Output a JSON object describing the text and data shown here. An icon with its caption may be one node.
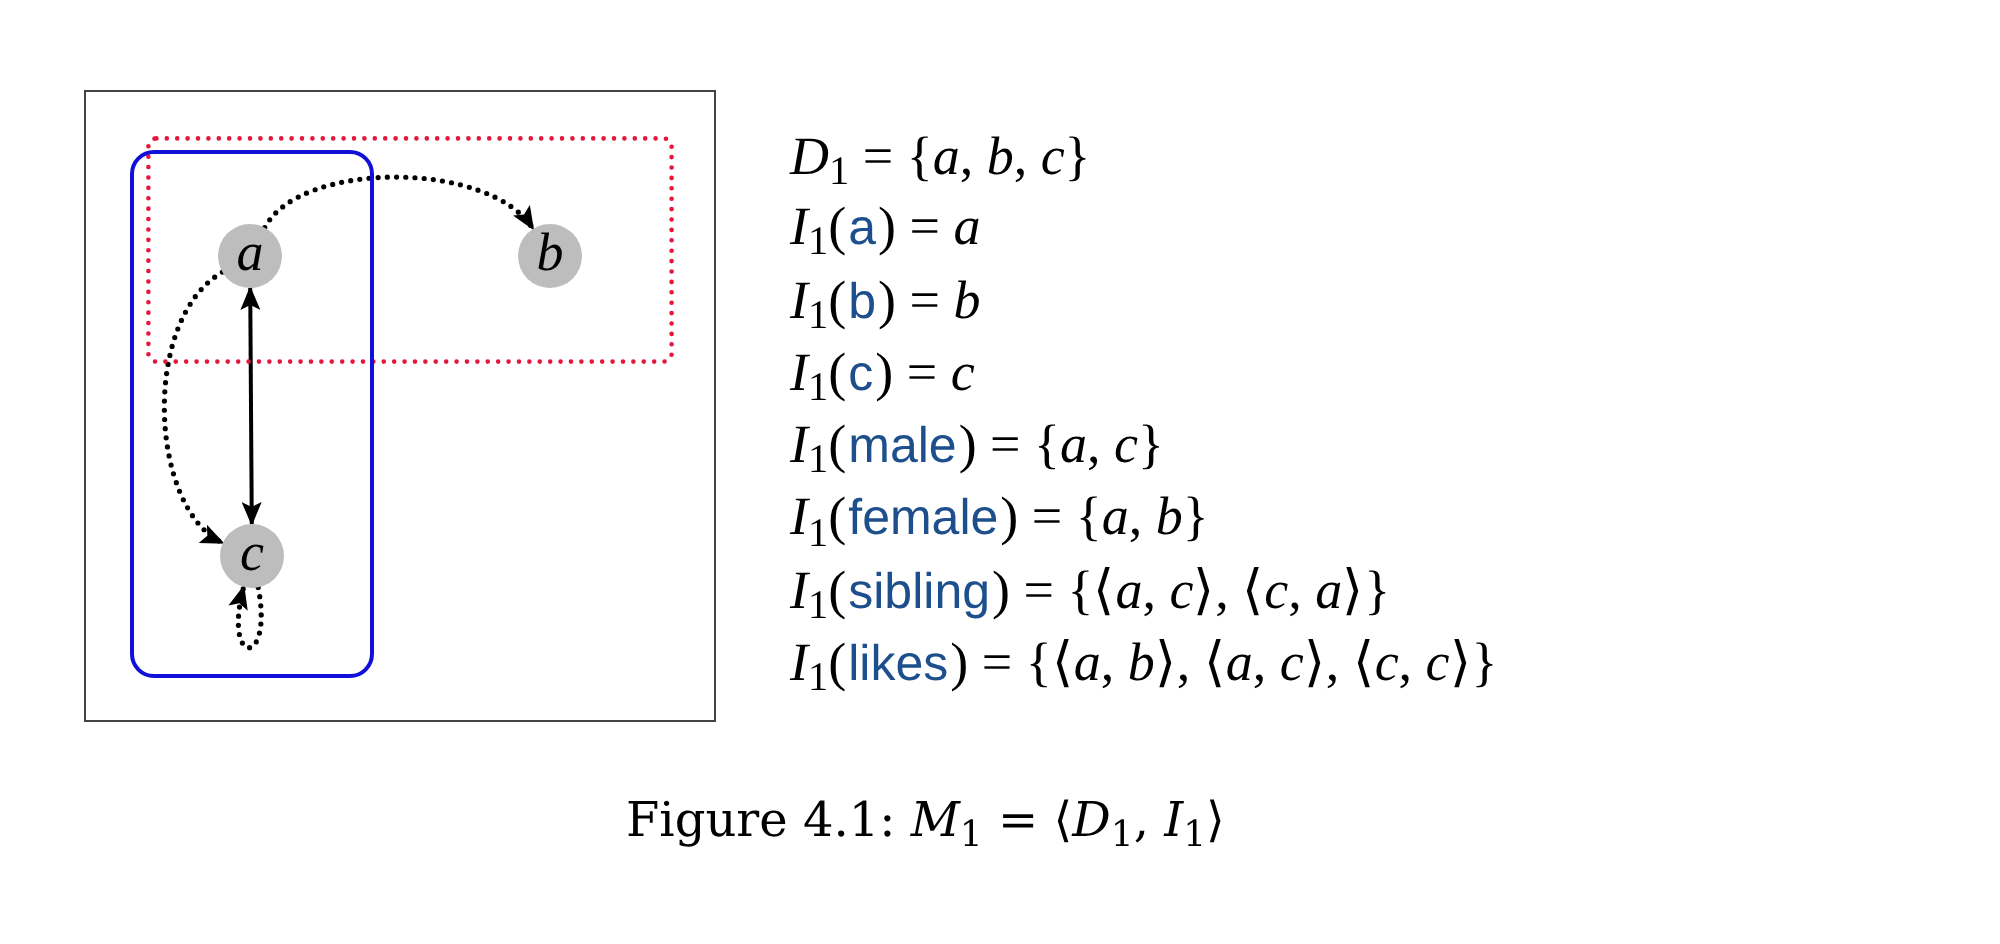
{
  "diagram": {
    "caption": "Figure 4.1: *M*$_{1}$ = ⟨*D*$_{1}$, *I*$_{1}$⟩",
    "nodes": [
      {
        "text": [],
        "shape": "box"
      },
      {
        "text": [],
        "shape": "box"
      },
      {
        "text": [
          "a"
        ]
      },
      {
        "text": [
          "b"
        ],
        "in": 0
      },
      {
        "text": [
          "c"
        ],
        "in": 1
      }
    ],
    "edges": [
      {
        "from": 2,
        "to": 3,
        "arrow": "to",
        "style": "dashed"
      },
      {
        "from": 2,
        "to": 4,
        "arrow": "both"
      },
      {
        "from": 2,
        "to": 4,
        "arrow": "to",
        "style": "dashed"
      },
      {
        "from": 4,
        "to": 4,
        "arrow": "to",
        "style": "dashed"
      }
    ],
    "labels": [
      "*D*$_{1}$ = {*a*, *b*, *c*}",
      "*I*$_{1}$(a) = *a*",
      "*I*$_{1}$(b) = *b*",
      "*I*$_{1}$(c) = *c*",
      "*I*$_{1}$(male) = {*a*, *c*}",
      "*I*$_{1}$(female) = {*a*, *b*}",
      "*I*$_{1}$(sibling) = {⟨*a*, *c*⟩, ⟨*c*, *a*⟩}",
      "*I*$_{1}$(likes) = {⟨*a*, *b*⟩, ⟨*a*, *c*⟩, ⟨*c*, *c*⟩}"
    ]
  }
}
